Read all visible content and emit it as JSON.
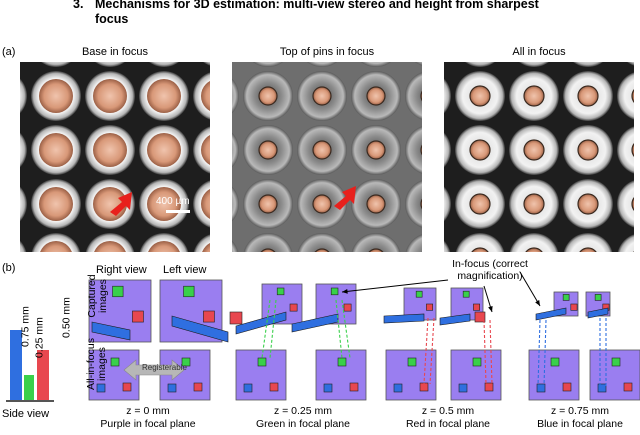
{
  "heading": {
    "number": "3.",
    "text_line1": "Mechanisms for 3D estimation: multi-view stereo and height from sharpest",
    "text_line2": "focus"
  },
  "panel_a": {
    "label": "(a)",
    "images": [
      {
        "title": "Base in focus",
        "focus": "base"
      },
      {
        "title": "Top of pins in focus",
        "focus": "top"
      },
      {
        "title": "All in focus",
        "focus": "all"
      }
    ],
    "scale_bar": "400 µm"
  },
  "panel_b": {
    "label": "(b)",
    "side_view": {
      "label": "Side view",
      "bars": [
        {
          "height_label": "0.75 mm",
          "color": "#2f6fe0"
        },
        {
          "height_label": "0.25 mm",
          "color": "#39d04a"
        },
        {
          "height_label": "0.50 mm",
          "color": "#e8474f"
        }
      ]
    },
    "row_labels": {
      "captured": "Captured images",
      "all_in_focus": "All-in-focus images"
    },
    "view_labels": {
      "right": "Right view",
      "left": "Left view"
    },
    "registerable": "Registerable",
    "annotation": "In-focus (correct magnification)",
    "columns": [
      {
        "z": "z = 0 mm",
        "plane": "Purple in focal plane"
      },
      {
        "z": "z = 0.25 mm",
        "plane": "Green in focal plane"
      },
      {
        "z": "z = 0.5 mm",
        "plane": "Red in focal plane"
      },
      {
        "z": "z = 0.75 mm",
        "plane": "Blue in focal plane"
      }
    ],
    "colors": {
      "purple": "#9a7ef0",
      "blue": "#2f6fe0",
      "green": "#39d04a",
      "red": "#e8474f"
    }
  }
}
